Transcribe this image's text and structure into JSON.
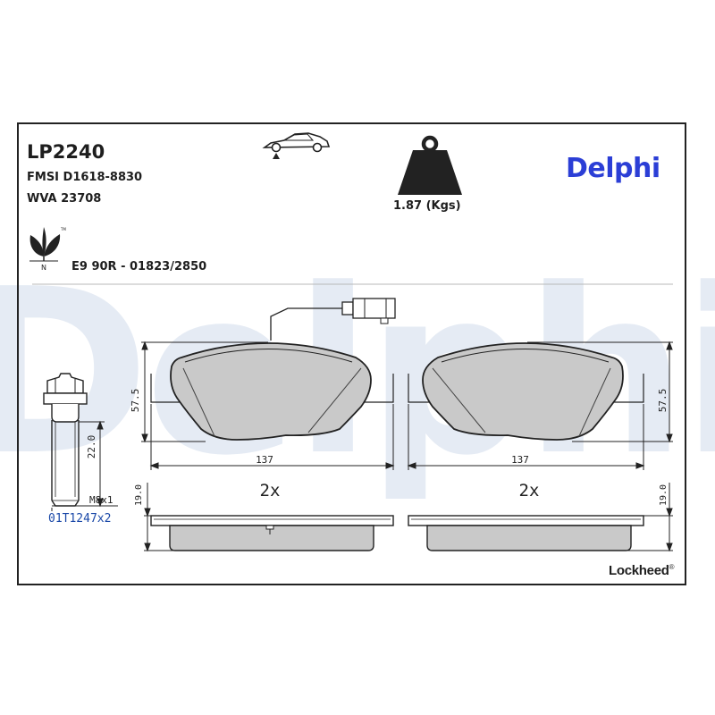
{
  "product": {
    "part_number": "LP2240",
    "fmsi": "FMSI D1618-8830",
    "wva": "WVA 23708",
    "approval": "E9 90R - 01823/2850",
    "weight": "1.87 (Kgs)"
  },
  "brand": {
    "logo_text": "Delphi",
    "watermark_text": "Delphi",
    "sub_brand": "Lockheed",
    "sub_brand_mark": "®",
    "logo_color": "#2b3ed6"
  },
  "icons": {
    "axle": "car-front-axle-icon",
    "weight": "weight-icon",
    "eco": "leaf-eco-icon",
    "eco_label": "N",
    "eco_tm": "TM"
  },
  "dimensions": {
    "width_left": "137",
    "width_right": "137",
    "height_left": "57.5",
    "height_right": "57.5",
    "thickness_left": "19.0",
    "thickness_right": "19.0",
    "quantity_left": "2x",
    "quantity_right": "2x"
  },
  "bolt": {
    "length": "22.0",
    "thread": "M8x1",
    "part_ref": "01T1247x2"
  },
  "colors": {
    "pad_fill": "#c9c9c9",
    "line": "#222222",
    "watermark": "#e5ebf4"
  }
}
